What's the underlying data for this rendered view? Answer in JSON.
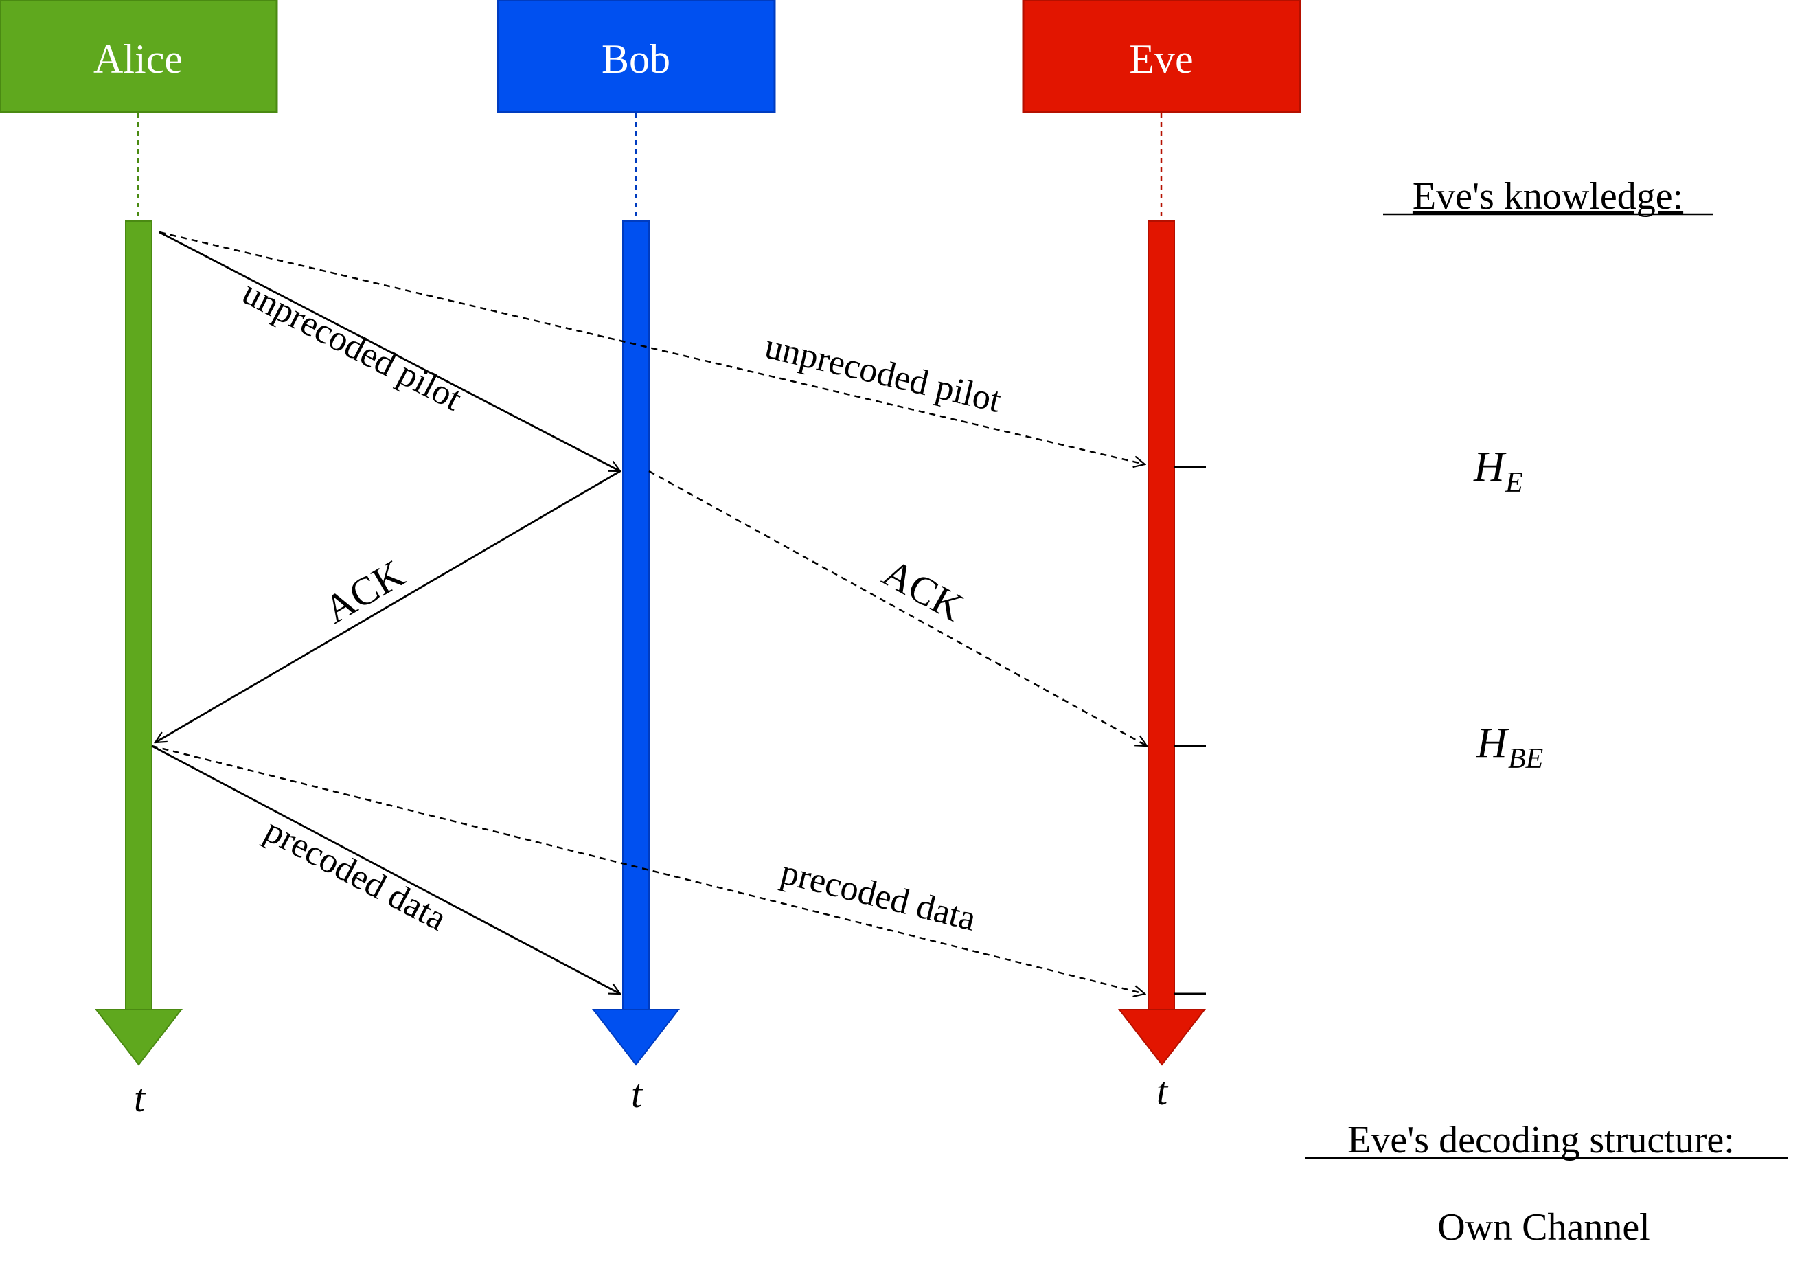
{
  "participants": [
    {
      "name": "Alice",
      "color": "#5fa81e",
      "stroke": "#4a8a12"
    },
    {
      "name": "Bob",
      "color": "#0050f0",
      "stroke": "#003cc0"
    },
    {
      "name": "Eve",
      "color": "#e21500",
      "stroke": "#b51000"
    }
  ],
  "time_label": "t",
  "messages": {
    "alice_bob_pilot": "unprecoded pilot",
    "alice_eve_pilot": "unprecoded pilot",
    "bob_alice_ack": "ACK",
    "bob_eve_ack": "ACK",
    "alice_bob_data": "precoded data",
    "alice_eve_data": "precoded data"
  },
  "knowledge": {
    "heading": "Eve's knowledge:",
    "he_main": "H",
    "he_sub": "E",
    "hbe_main": "H",
    "hbe_sub": "BE"
  },
  "decoding": {
    "heading": "Eve's decoding structure:",
    "value": "Own Channel"
  }
}
